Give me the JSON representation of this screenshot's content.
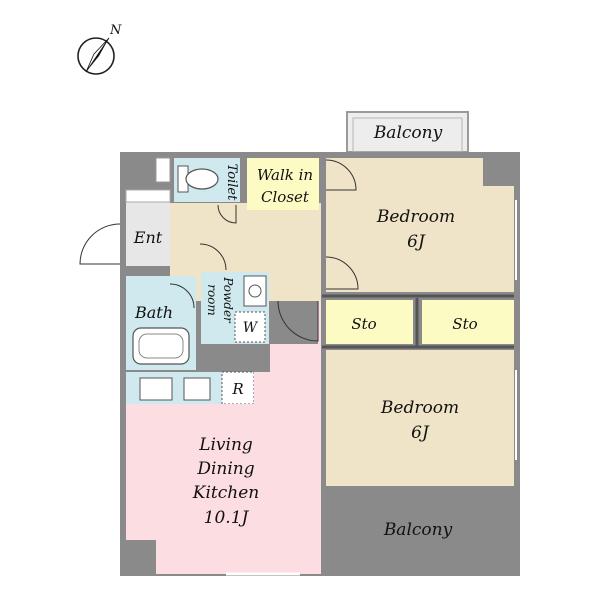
{
  "compass": {
    "label": "N"
  },
  "rooms": {
    "balcony_top": "Balcony",
    "toilet": "Toilet",
    "walk_in_line1": "Walk in",
    "walk_in_line2": "Closet",
    "bedroom1_name": "Bedroom",
    "bedroom1_size": "6J",
    "entrance": "Ent",
    "bath": "Bath",
    "powder_line1": "Powder",
    "powder_line2": "room",
    "washer": "W",
    "storage1": "Sto",
    "storage2": "Sto",
    "refrigerator": "R",
    "bedroom2_name": "Bedroom",
    "bedroom2_size": "6J",
    "ldk_line1": "Living",
    "ldk_line2": "Dining",
    "ldk_line3": "Kitchen",
    "ldk_size": "10.1J",
    "balcony_bottom": "Balcony"
  },
  "colors": {
    "bedroom": "#efe4c7",
    "hall": "#efe4c7",
    "wet_area": "#cfe9ef",
    "ldk": "#fcdde1",
    "closet": "#fdfbc4",
    "balcony": "#ededed",
    "entrance": "#e7e7e7",
    "wall": "#8a8a8a"
  }
}
